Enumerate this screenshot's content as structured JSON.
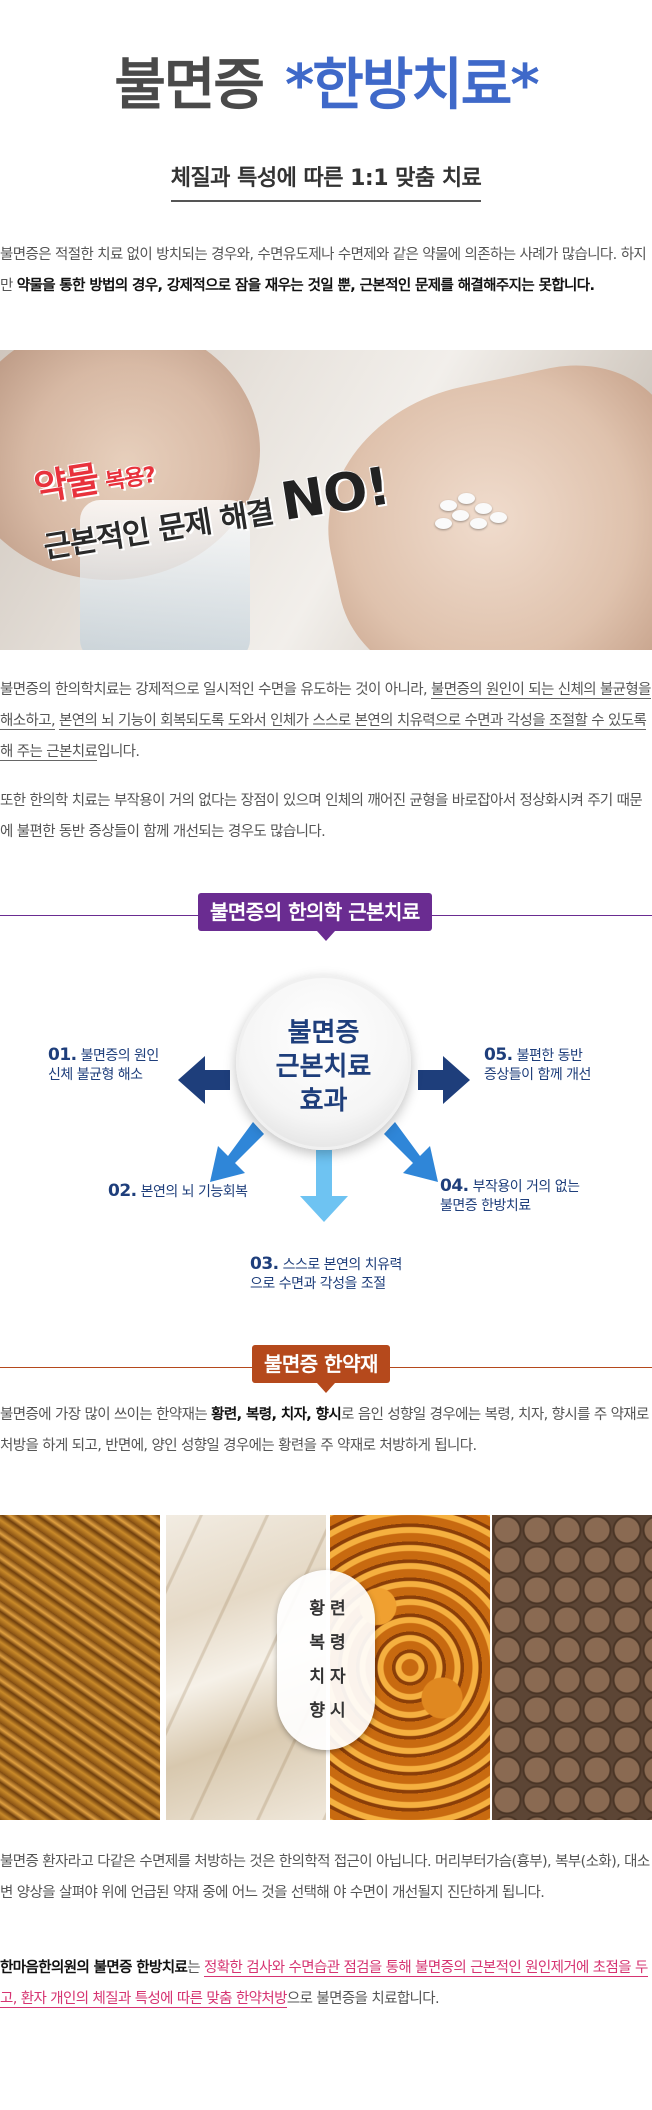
{
  "header": {
    "title_main": "불면증",
    "title_accent": "*한방치료*",
    "subtitle": "체질과 특성에 따른 1:1 맞춤 치료"
  },
  "intro": {
    "p1": "불면증은 적절한 치료 없이 방치되는 경우와, 수면유도제나 수면제와 같은 약물에 의존하는 사례가 많습니다. 하지만 ",
    "p1_bold": "약물을 통한 방법의 경우, 강제적으로 잠을 재우는 것일 뿐, 근본적인 문제를 해결해주지는 못합니다."
  },
  "hero": {
    "slogan_red": "약물",
    "slogan_red_small": " 복용?",
    "slogan_dark": "근본적인 문제 해결",
    "slogan_no": "NO!"
  },
  "explain": {
    "p1_a": "불면증의 한의학치료는 강제적으로 일시적인 수면을 유도하는 것이 아니라, ",
    "p1_u1": "불면증의 원인이 되는 신체의 불균형을 해소하고,",
    "p1_b": " ",
    "p1_u2": "본연의 뇌 기능이 회복되도록 도와서 인체가 스스로 본연의 치유력으로 수면과 각성을 조절할 수 있도록 해 주는 근본치료",
    "p1_c": "입니다.",
    "p2": "또한 한의학 치료는 부작용이 거의 없다는 장점이 있으며 인체의 깨어진 균형을 바로잡아서 정상화시켜 주기 때문에 불편한 동반 증상들이 함께 개선되는 경우도 많습니다."
  },
  "section1": {
    "label": "불면증의 한의학 근본치료",
    "color": "#6a2c91"
  },
  "diagram": {
    "center": [
      "불면증",
      "근본치료",
      "효과"
    ],
    "effects": [
      {
        "num": "01.",
        "line1": " 불면증의 원인",
        "line2": "신체 불균형 해소"
      },
      {
        "num": "02.",
        "line1": " 본연의 뇌 기능회복",
        "line2": ""
      },
      {
        "num": "03.",
        "line1": " 스스로 본연의 치유력",
        "line2": "으로 수면과 각성을 조절"
      },
      {
        "num": "04.",
        "line1": " 부작용이 거의 없는",
        "line2": "불면증 한방치료"
      },
      {
        "num": "05.",
        "line1": " 불편한 동반",
        "line2": "증상들이 함께 개선"
      }
    ],
    "arrow_dark": "#1e3e7b",
    "arrow_mid": "#2f86d8",
    "arrow_light": "#6ec3f2"
  },
  "section2": {
    "label": "불면증 한약재",
    "color": "#b5491c"
  },
  "herbs_text": {
    "a": "불면증에 가장 많이 쓰이는 한약재는 ",
    "bold": "황련, 복령, 치자, 향시",
    "b": "로 음인 성향일 경우에는 복령, 치자, 향시를 주 약재로 처방을 하게 되고, 반면에, 양인 성향일 경우에는 황련을 주 약재로 처방하게 됩니다."
  },
  "herb_badge": [
    "황련",
    "복령",
    "치자",
    "향시"
  ],
  "outro": {
    "p1": "불면증 환자라고 다같은 수면제를 처방하는 것은 한의학적 접근이 아닙니다. 머리부터가슴(흉부), 복부(소화), 대소변 양상을 살펴야 위에 언급된 약재 중에 어느 것을 선택해 야 수면이 개선될지 진단하게 됩니다.",
    "p2_a": "한마음한의원의 불면증 한방치료",
    "p2_b": "는 ",
    "p2_pink": "정확한 검사와 수면습관 점검을 통해  불면증의 근본적인 원인제거에 초점을 두고, 환자 개인의 체질과 특성에 따른 맞춤 한약처방",
    "p2_c": "으로 불면증을 치료합니다."
  }
}
